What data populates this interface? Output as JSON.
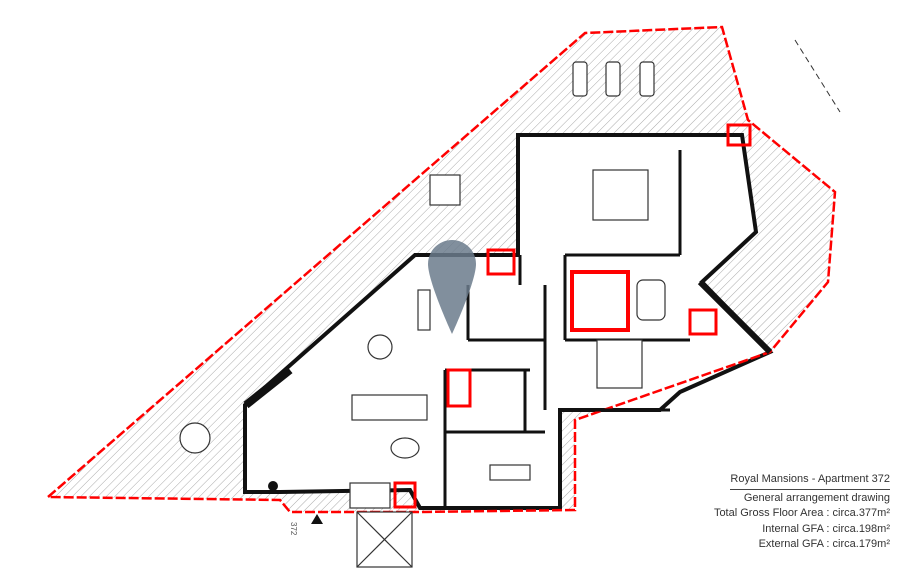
{
  "legend": {
    "title": "Royal Mansions - Apartment 372",
    "subtitle": "General arrangement drawing",
    "lines": [
      "Total Gross Floor Area : circa.377m²",
      "Internal GFA : circa.198m²",
      "External GFA : circa.179m²"
    ]
  },
  "unit_label": "372",
  "colors": {
    "boundary": "#ff0000",
    "walls": "#111111",
    "hatch": "#999999",
    "marker": "#6b7b8c"
  }
}
